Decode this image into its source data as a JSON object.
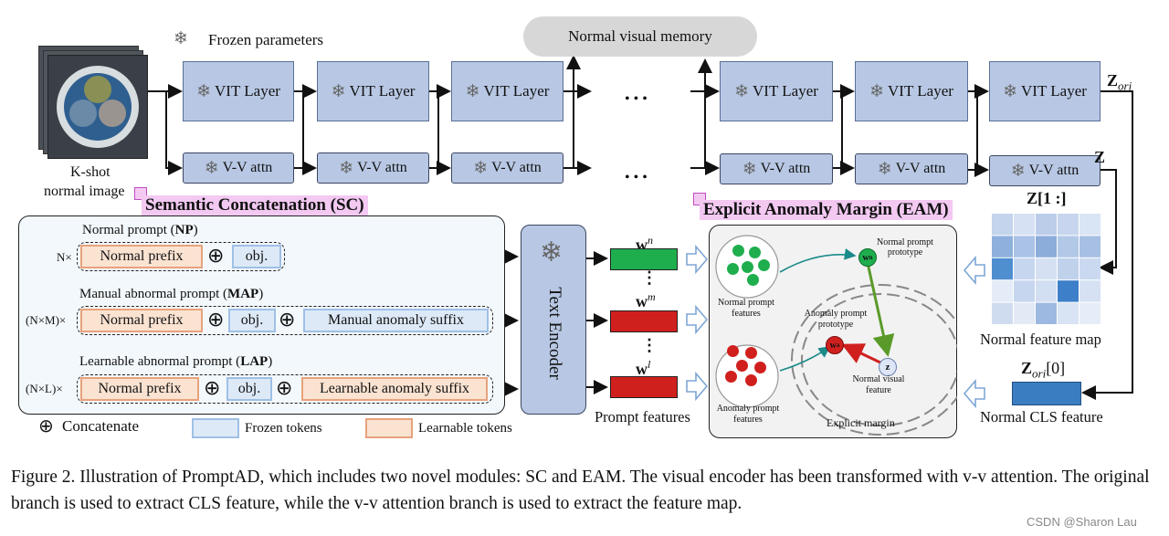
{
  "legend": {
    "frozen_params": "Frozen parameters",
    "concatenate": "Concatenate",
    "frozen_tokens": "Frozen tokens",
    "learnable_tokens": "Learnable tokens"
  },
  "memory": {
    "label": "Normal visual memory"
  },
  "input": {
    "label_line1": "K-shot",
    "label_line2": "normal image"
  },
  "blocks": {
    "vit": "VIT Layer",
    "vv": "V-V attn",
    "dots": "• • •"
  },
  "outputs": {
    "z_ori": "Z",
    "z_ori_sub": "ori",
    "z": "Z",
    "z_map": "Z[1 :]",
    "z_cls": "Z",
    "z_cls_sub": "ori",
    "z_cls_idx": "[0]"
  },
  "modules": {
    "sc": "Semantic Concatenation (SC)",
    "eam": "Explicit Anomaly Margin (EAM)"
  },
  "prompts": {
    "np_title": "Normal prompt (",
    "np_abbr": "NP",
    "np_close": ")",
    "map_title": "Manual abnormal prompt (",
    "map_abbr": "MAP",
    "map_close": ")",
    "lap_title": "Learnable abnormal prompt (",
    "lap_abbr": "LAP",
    "lap_close": ")",
    "n_mult": "N×",
    "nm_mult": "(N×M)×",
    "nl_mult": "(N×L)×",
    "normal_prefix": "Normal prefix",
    "obj": "obj.",
    "manual_suffix": "Manual anomaly suffix",
    "learnable_suffix": "Learnable anomaly suffix"
  },
  "text_encoder": {
    "label": "Text Encoder"
  },
  "prompt_features": {
    "label": "Prompt features",
    "wn": "w",
    "wn_sup": "n",
    "wm": "w",
    "wm_sup": "m",
    "wl": "w",
    "wl_sup": "l",
    "vdots": "⋮"
  },
  "eam_panel": {
    "normal_features": "Normal prompt features",
    "anomaly_features": "Anomaly prompt features",
    "normal_proto": "Normal prompt prototype",
    "anomaly_proto": "Anomaly prompt prototype",
    "normal_visual": "Normal visual feature",
    "margin": "Explicit margin",
    "wn": "w",
    "wn_sup": "n",
    "wa": "w",
    "wa_sup": "a",
    "z": "z"
  },
  "maps": {
    "feature_map": "Normal feature map",
    "cls_feature": "Normal CLS feature"
  },
  "colors": {
    "normal": "#1fae4e",
    "anomaly": "#d0201e",
    "block": "#b8c8e4",
    "learnable": "#fbe3d2",
    "frozen": "#dde9f7",
    "tag": "#f3c9f2"
  },
  "caption": "Figure 2. Illustration of PromptAD, which includes two novel modules: SC and EAM. The visual encoder has been transformed with v-v attention. The original branch is used to extract CLS feature, while the v-v attention branch is used to extract the feature map.",
  "watermark": "CSDN @Sharon Lau"
}
